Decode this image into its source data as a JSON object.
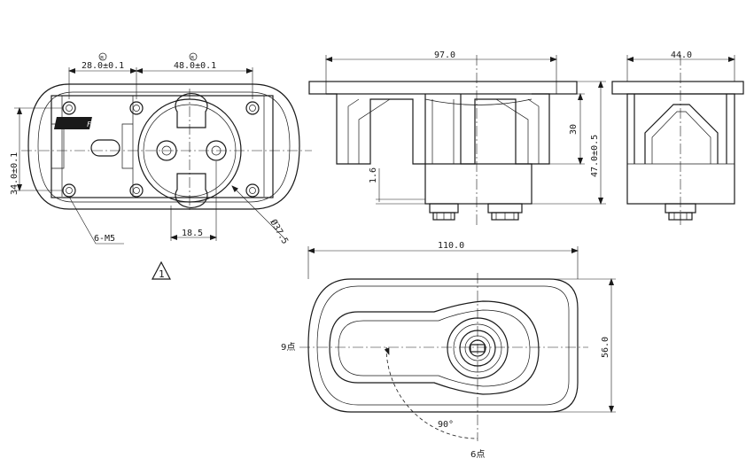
{
  "views": {
    "front": {
      "dim_hole_spacing_left": "28.0±0.1",
      "dim_hole_spacing_right": "48.0±0.1",
      "dim_hole_spacing_vertical": "34.0±0.1",
      "dim_cylinder_offset": "18.5",
      "dim_diameter": "Ø37.5",
      "hole_callout": "6-M5",
      "flag_symbol": "1",
      "datum_marker_left": "M",
      "datum_marker_right": "M",
      "logo_text": "FAMOUS"
    },
    "side": {
      "dim_overall_length": "97.0",
      "dim_body_depth": "30",
      "dim_total_height": "47.0±0.5",
      "dim_flange_thickness": "1.6"
    },
    "end": {
      "dim_width": "44.0"
    },
    "top": {
      "dim_overall_length": "110.0",
      "dim_overall_width": "56.0",
      "position_9": "9点",
      "position_6": "6点",
      "rotation_angle": "90°"
    }
  }
}
